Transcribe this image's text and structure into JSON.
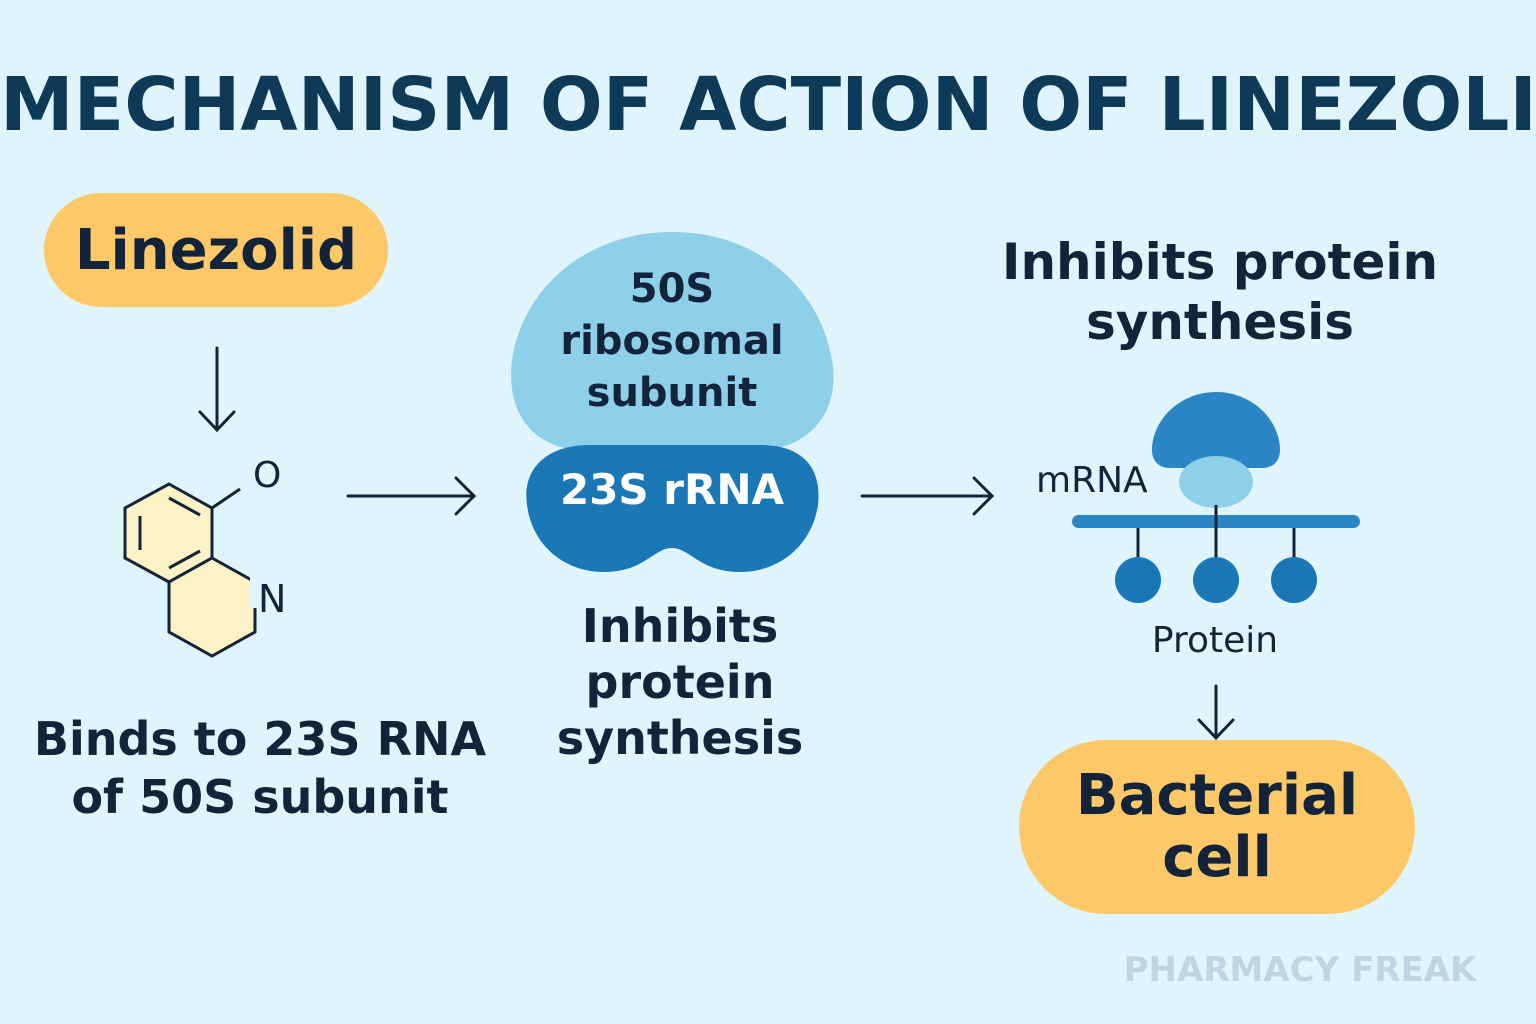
{
  "title": "MECHANISM OF ACTION OF LINEZOLID",
  "linezolid_label": "Linezolid",
  "molecule": {
    "atom_o": "O",
    "atom_n": "N"
  },
  "binds_label": [
    "Binds to 23S RNA",
    "of 50S subunit"
  ],
  "ribosome": {
    "subunit_50s": [
      "50S",
      "ribosomal",
      "subunit"
    ],
    "rrna_23s": "23S rRNA"
  },
  "inhibits_middle": [
    "Inhibits",
    "protein",
    "synthesis"
  ],
  "inhibits_right": [
    "Inhibits protein",
    "synthesis"
  ],
  "mrna_label": "mRNA",
  "protein_label": "Protein",
  "bacterial_cell": [
    "Bacterial",
    "cell"
  ],
  "watermark": "PHARMACY FREAK",
  "colors": {
    "background": "#e0f5fb",
    "title": "#0e3a58",
    "pill": "#fdc968",
    "subunit_light": "#8ecfea",
    "subunit_dark": "#1a78b6",
    "ribosome_icon": "#2a86c4",
    "ribosome_icon_light": "#8ecfea",
    "molecule_fill": "#fdf1c6",
    "watermark": "#c3d4dc"
  }
}
